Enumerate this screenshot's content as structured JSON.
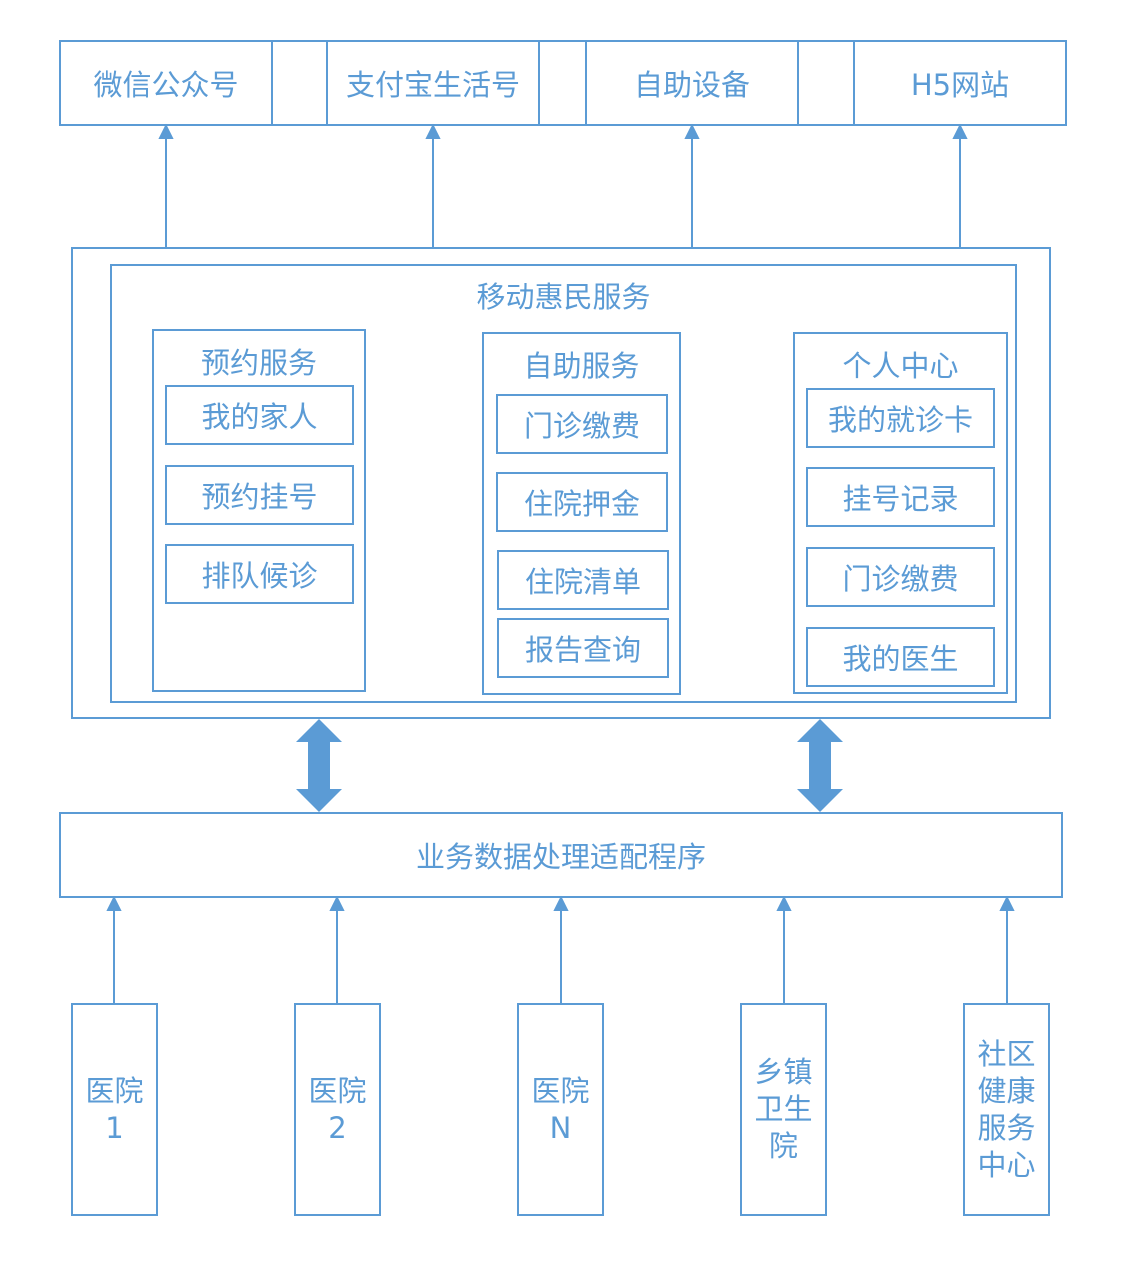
{
  "channels": [
    "微信公众号",
    "支付宝生活号",
    "自助设备",
    "H5网站"
  ],
  "service": {
    "title": "移动惠民服务",
    "groups": [
      {
        "title": "预约服务",
        "items": [
          "我的家人",
          "预约挂号",
          "排队候诊"
        ]
      },
      {
        "title": "自助服务",
        "items": [
          "门诊缴费",
          "住院押金",
          "住院清单",
          "报告查询"
        ]
      },
      {
        "title": "个人中心",
        "items": [
          "我的就诊卡",
          "挂号记录",
          "门诊缴费",
          "我的医生"
        ]
      }
    ]
  },
  "adapter": "业务数据处理适配程序",
  "sources": [
    {
      "lines": [
        "医院",
        "1"
      ]
    },
    {
      "lines": [
        "医院",
        "2"
      ]
    },
    {
      "lines": [
        "医院",
        "N"
      ]
    },
    {
      "lines": [
        "乡镇",
        "卫生",
        "院"
      ]
    },
    {
      "lines": [
        "社区",
        "健康",
        "服务",
        "中心"
      ]
    }
  ],
  "colors": {
    "line": "#5b9bd5",
    "arrow_fill": "#5b9bd5",
    "background": "#ffffff"
  }
}
